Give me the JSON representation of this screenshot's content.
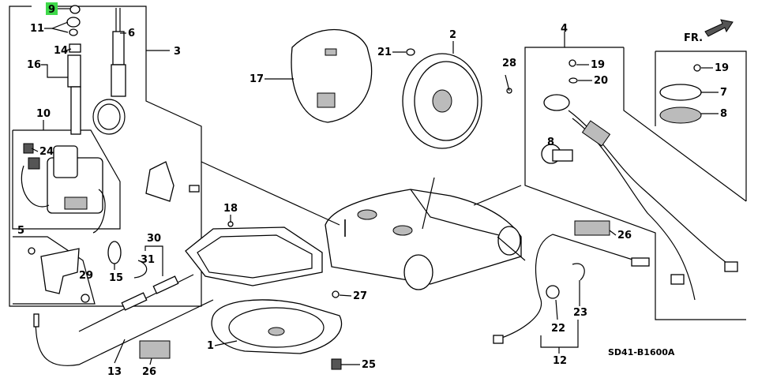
{
  "labels": {
    "n9": "9",
    "n11": "11",
    "n14": "14",
    "n16": "16",
    "n6": "6",
    "n3": "3",
    "n10": "10",
    "n24": "24",
    "n5": "5",
    "n29": "29",
    "n15": "15",
    "n31": "31",
    "n30": "30",
    "n13": "13",
    "n26a": "26",
    "n1": "1",
    "n18": "18",
    "n17": "17",
    "n21": "21",
    "n2": "2",
    "n28": "28",
    "n27": "27",
    "n25": "25",
    "n4": "4",
    "n19a": "19",
    "n20": "20",
    "n8a": "8",
    "n19b": "19",
    "n7": "7",
    "n8b": "8",
    "n26b": "26",
    "n22": "22",
    "n23": "23",
    "n12": "12"
  },
  "direction_label": "FR.",
  "diagram_code": "SD41-B1600A",
  "highlight_color": "#3fd94a"
}
